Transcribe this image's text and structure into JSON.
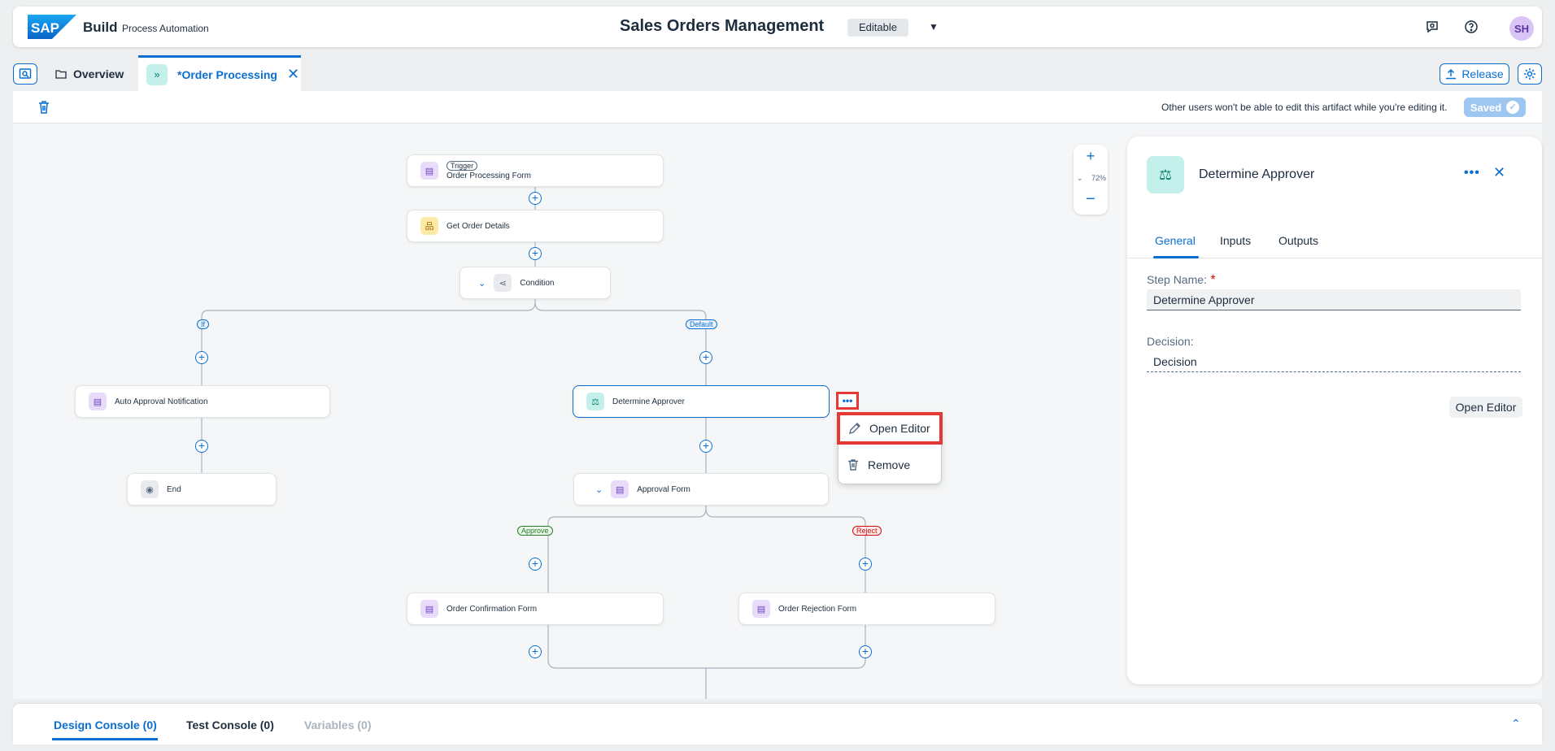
{
  "shell": {
    "brand": "Build",
    "brand_sub": "Process Automation",
    "title": "Sales Orders Management",
    "mode": "Editable",
    "avatar": "SH"
  },
  "tabs": {
    "overview": "Overview",
    "active": "*Order Processing",
    "release": "Release"
  },
  "toolbar": {
    "message": "Other users won't be able to edit this artifact while you're editing it.",
    "saved": "Saved"
  },
  "canvas": {
    "zoom": "72%",
    "nodes": {
      "trigger_pill": "Trigger",
      "trigger": "Order Processing Form",
      "get_order": "Get Order Details",
      "condition": "Condition",
      "auto_approval": "Auto Approval Notification",
      "end": "End",
      "determine": "Determine Approver",
      "approval_form": "Approval Form",
      "confirmation": "Order Confirmation Form",
      "rejection": "Order Rejection Form"
    },
    "branches": {
      "if": "If",
      "default": "Default",
      "approve": "Approve",
      "reject": "Reject"
    },
    "menu": {
      "open_editor": "Open Editor",
      "remove": "Remove"
    }
  },
  "panel": {
    "title": "Determine Approver",
    "tabs": [
      "General",
      "Inputs",
      "Outputs"
    ],
    "step_name_label": "Step Name:",
    "step_name_value": "Determine Approver",
    "decision_label": "Decision:",
    "decision_value": "Decision",
    "open_editor": "Open Editor"
  },
  "console": {
    "tabs": [
      "Design Console (0)",
      "Test Console (0)",
      "Variables (0)"
    ]
  },
  "colors": {
    "accent": "#0a6ed1",
    "highlight": "#e53935",
    "teal": "#c3f0ea"
  }
}
